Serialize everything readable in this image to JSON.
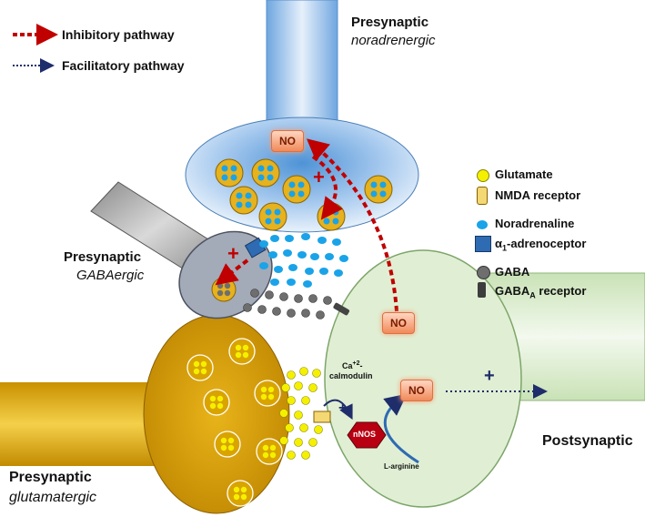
{
  "legend": {
    "inhibitory": "Inhibitory pathway",
    "facilitatory": "Facilitatory pathway"
  },
  "labels": {
    "pre_noradrenergic_title": "Presynaptic",
    "pre_noradrenergic_sub": "noradrenergic",
    "pre_gabaergic_title": "Presynaptic",
    "pre_gabaergic_sub": "GABAergic",
    "pre_glutamatergic_title": "Presynaptic",
    "pre_glutamatergic_sub": "glutamatergic",
    "postsynaptic": "Postsynaptic",
    "ca_calmodulin_1": "Ca+2-",
    "ca_calmodulin_2": "calmodulin",
    "nnos": "nNOS",
    "l_arginine": "L-arginine",
    "no": "NO",
    "plus": "+"
  },
  "key": {
    "glutamate": "Glutamate",
    "nmda": "NMDA receptor",
    "noradrenaline": "Noradrenaline",
    "alpha1_prefix": "α",
    "alpha1_sub": "1",
    "alpha1_suffix": "-adrenoceptor",
    "gaba": "GABA",
    "gabaa_prefix": "GABA",
    "gabaa_sub": "A",
    "gabaa_suffix": " receptor"
  },
  "colors": {
    "inhibitory": "#c00000",
    "facilitatory": "#1f2d6b",
    "glutamate": "#f5f000",
    "noradrenaline": "#1aa3e8",
    "gaba": "#6e6e6e",
    "post_fill": "#e0efd4",
    "gold": "#d9a300"
  }
}
